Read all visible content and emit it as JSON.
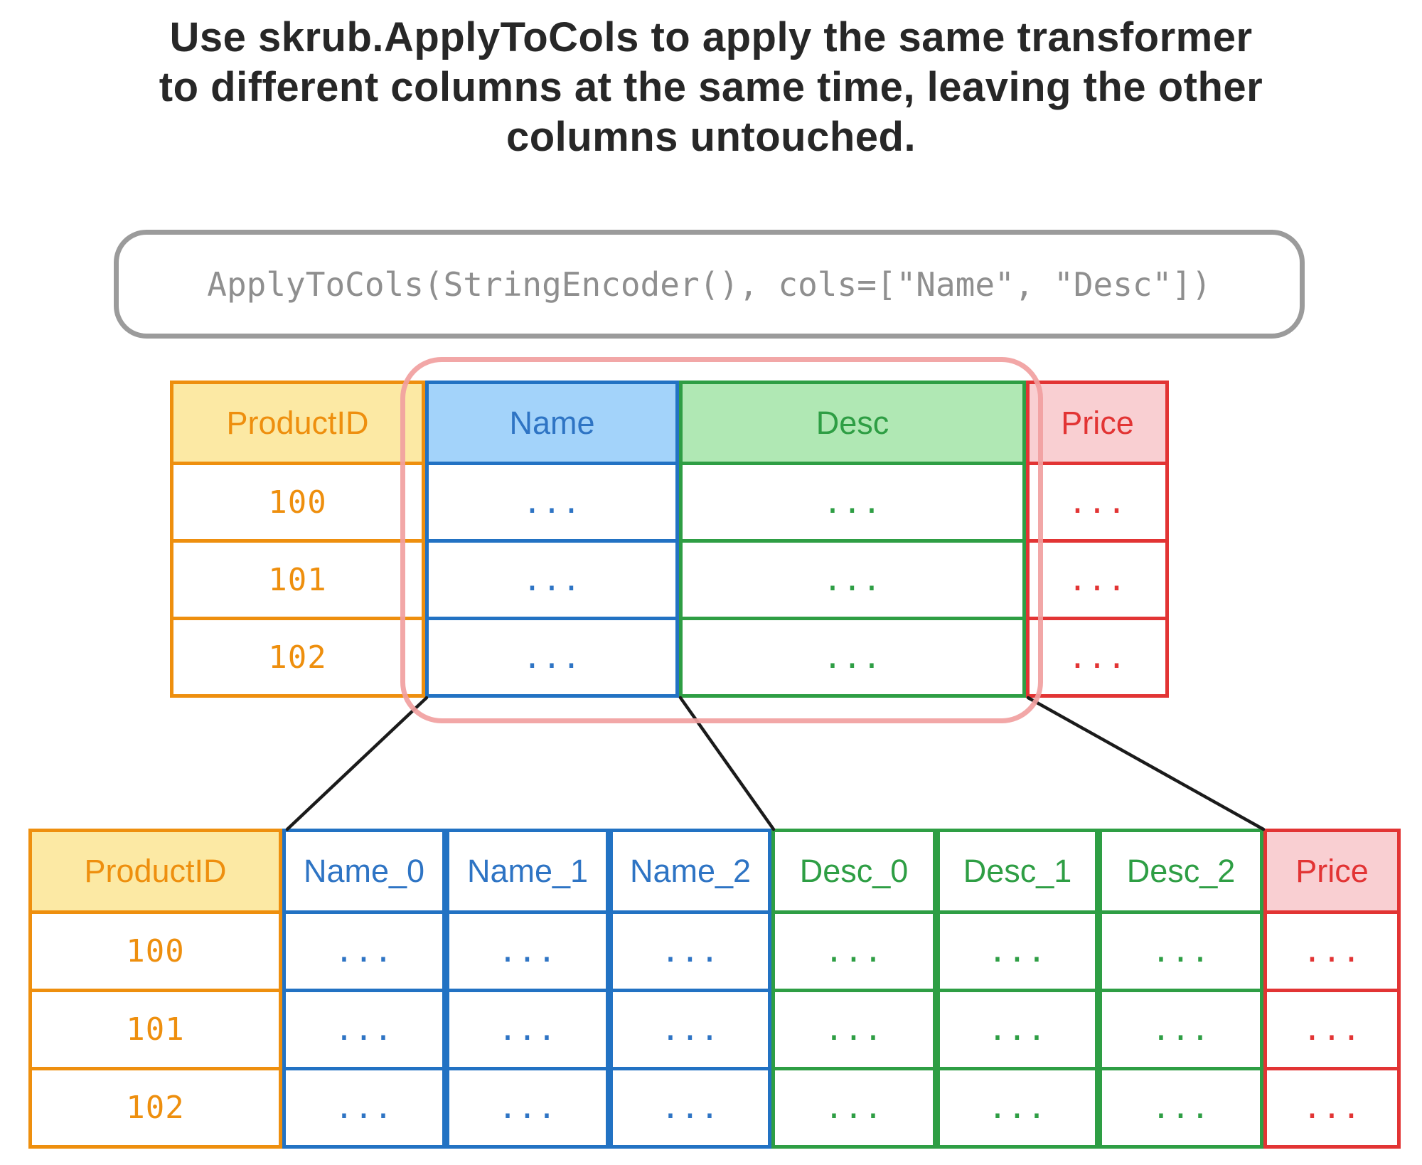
{
  "title": {
    "lines": [
      "Use skrub.ApplyToCols to apply the same transformer",
      "to different columns at the same time, leaving the other",
      "columns untouched."
    ]
  },
  "code_box": {
    "code": "ApplyToCols(StringEncoder(), cols=[\"Name\", \"Desc\"])"
  },
  "colors": {
    "orange": "#ee8f0e",
    "orange_header_bg": "#fce9a4",
    "blue": "#2272c3",
    "blue_header_bg": "#a3d3fa",
    "green": "#2e9e44",
    "green_header_bg": "#b0e8b4",
    "red": "#e23434",
    "red_header_bg": "#f9cfd2",
    "highlight_pink": "#f1a0a0",
    "code_gray": "#8f8f8f",
    "box_border_gray": "#9b9b9b",
    "title_text": "#272727",
    "connector_black": "#1b1b1b"
  },
  "upper_table": {
    "columns": [
      {
        "label": "ProductID",
        "cells": [
          "100",
          "101",
          "102"
        ]
      },
      {
        "label": "Name",
        "cells": [
          "...",
          "...",
          "..."
        ]
      },
      {
        "label": "Desc",
        "cells": [
          "...",
          "...",
          "..."
        ]
      },
      {
        "label": "Price",
        "cells": [
          "...",
          "...",
          "..."
        ]
      }
    ]
  },
  "lower_table": {
    "columns": [
      {
        "label": "ProductID",
        "cells": [
          "100",
          "101",
          "102"
        ]
      },
      {
        "label": "Name_0",
        "cells": [
          "...",
          "...",
          "..."
        ]
      },
      {
        "label": "Name_1",
        "cells": [
          "...",
          "...",
          "..."
        ]
      },
      {
        "label": "Name_2",
        "cells": [
          "...",
          "...",
          "..."
        ]
      },
      {
        "label": "Desc_0",
        "cells": [
          "...",
          "...",
          "..."
        ]
      },
      {
        "label": "Desc_1",
        "cells": [
          "...",
          "...",
          "..."
        ]
      },
      {
        "label": "Desc_2",
        "cells": [
          "...",
          "...",
          "..."
        ]
      },
      {
        "label": "Price",
        "cells": [
          "...",
          "...",
          "..."
        ]
      }
    ]
  }
}
